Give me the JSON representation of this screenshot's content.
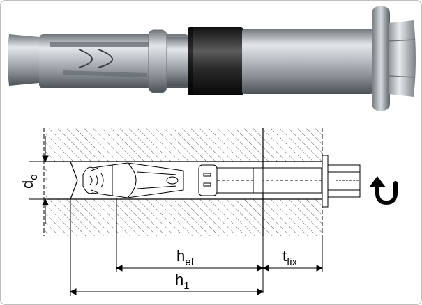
{
  "diagram": {
    "labels": {
      "d": {
        "main": "d",
        "sub": "o"
      },
      "hef": {
        "main": "h",
        "sub": "ef"
      },
      "tfix": {
        "main": "t",
        "sub": "fix"
      },
      "h1": {
        "main": "h",
        "sub": "1"
      }
    },
    "icons": {
      "rotate": "rotate-arrow-icon"
    },
    "colors": {
      "outline": "#000000",
      "photo_metal": "#9aa0a6",
      "photo_dark": "#2a2a2a"
    }
  }
}
